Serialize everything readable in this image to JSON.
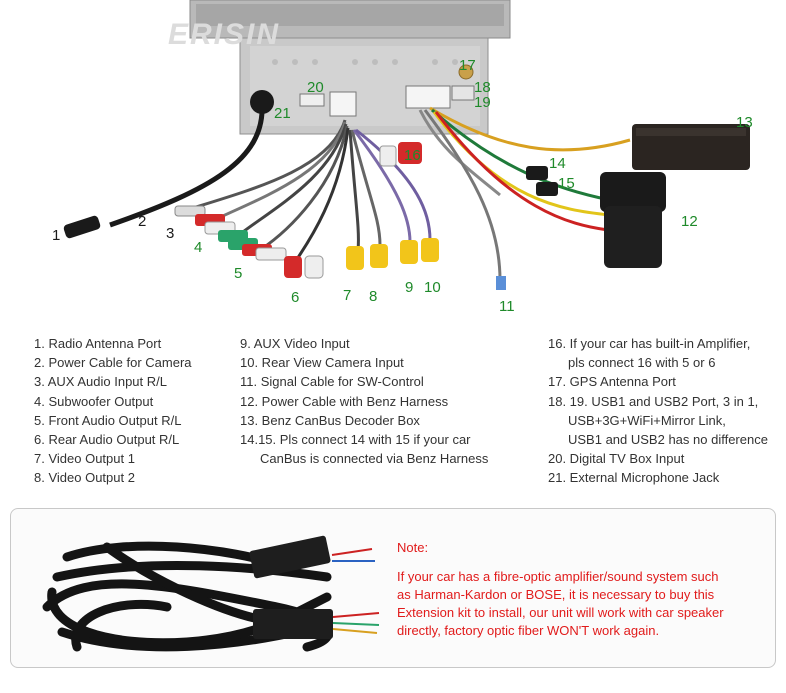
{
  "diagram": {
    "brand_watermark": "ERISIN",
    "callouts": [
      "1",
      "2",
      "3",
      "4",
      "5",
      "6",
      "7",
      "8",
      "9",
      "10",
      "11",
      "12",
      "13",
      "14",
      "15",
      "16",
      "17",
      "18",
      "19",
      "20",
      "21"
    ]
  },
  "legend": {
    "col1": [
      "1. Radio Antenna Port",
      "2. Power Cable for Camera",
      "3. AUX Audio Input R/L",
      "4. Subwoofer Output",
      "5. Front Audio Output R/L",
      "6. Rear Audio Output R/L",
      "7. Video Output 1",
      "8. Video Output 2"
    ],
    "col2": [
      "9. AUX Video Input",
      "10. Rear View Camera Input",
      "11. Signal Cable for SW-Control",
      "12. Power Cable with Benz Harness",
      "13. Benz CanBus Decoder Box",
      "14.15. Pls connect 14 with 15 if your car",
      "CanBus is connected via Benz Harness"
    ],
    "col3": [
      "16. If your car has built-in Amplifier,",
      "pls connect 16 with 5 or 6",
      "17. GPS Antenna Port",
      "18. 19.  USB1 and USB2 Port, 3 in 1,",
      "USB+3G+WiFi+Mirror Link,",
      "USB1 and USB2 has no difference",
      "20. Digital TV Box Input",
      "21. External Microphone Jack"
    ]
  },
  "note": {
    "title": "Note:",
    "lines": [
      "If your car has a fibre-optic amplifier/sound system such",
      "as Harman-Kardon or BOSE, it is necessary to buy this",
      "Extension kit to install, our unit will work with car speaker",
      "directly, factory optic fiber WON'T work again."
    ]
  },
  "colors": {
    "callout_green": "#1f8a2a",
    "note_red": "#e11b1b",
    "cable_black": "#1a1a1a",
    "rca_red": "#d42a2a",
    "rca_white": "#eeeeee",
    "rca_yellow": "#f2c51a",
    "rca_green": "#2aa36a"
  }
}
